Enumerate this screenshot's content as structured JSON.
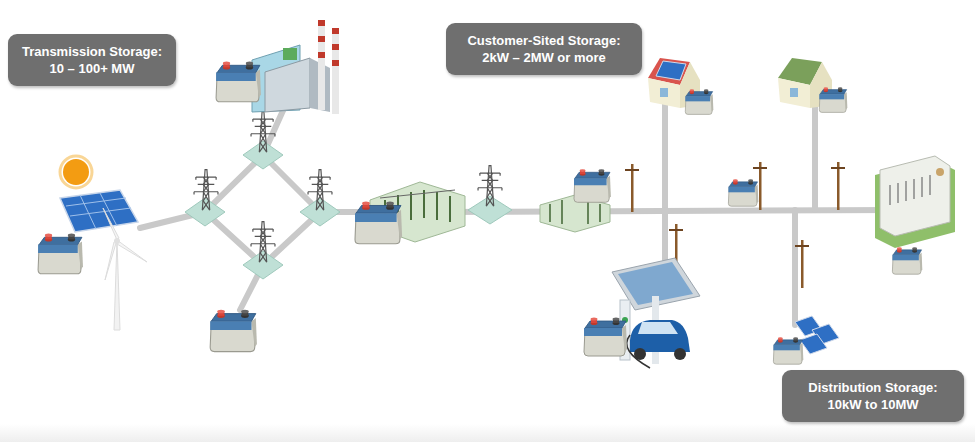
{
  "diagram": {
    "nodes": [
      {
        "text": [
          "Transmission Storage: 10 – 100+ MW"
        ]
      },
      {
        "text": [
          "Customer-Sited Storage: 2kW – 2MW or more"
        ]
      },
      {
        "text": [
          "Distribution Storage: 10kW to 10MW"
        ]
      }
    ]
  }
}
